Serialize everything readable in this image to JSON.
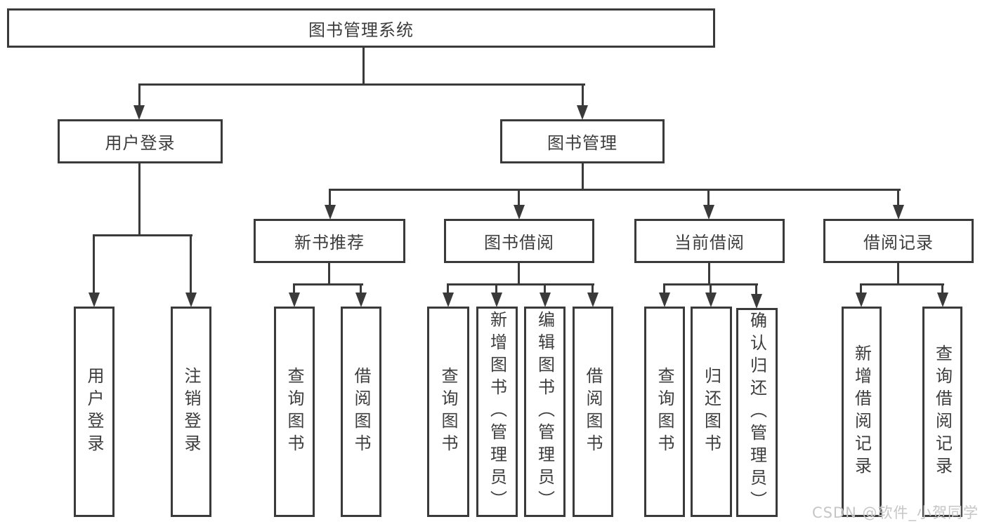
{
  "diagram": {
    "title_node": {
      "label": "图书管理系统"
    },
    "level2": [
      {
        "id": "user-login",
        "label": "用户登录"
      },
      {
        "id": "book-management",
        "label": "图书管理"
      }
    ],
    "level3": [
      {
        "id": "new-book-recommend",
        "parent": "图书管理",
        "label": "新书推荐"
      },
      {
        "id": "book-borrowing",
        "parent": "图书管理",
        "label": "图书借阅"
      },
      {
        "id": "current-borrowing",
        "parent": "图书管理",
        "label": "当前借阅"
      },
      {
        "id": "borrowing-records",
        "parent": "图书管理",
        "label": "借阅记录"
      }
    ],
    "leaves": [
      {
        "parent": "用户登录",
        "label": "用户登录"
      },
      {
        "parent": "用户登录",
        "label": "注销登录"
      },
      {
        "parent": "新书推荐",
        "label": "查询图书"
      },
      {
        "parent": "新书推荐",
        "label": "借阅图书"
      },
      {
        "parent": "图书借阅",
        "label": "查询图书"
      },
      {
        "parent": "图书借阅",
        "label": "新增图书（管理员）"
      },
      {
        "parent": "图书借阅",
        "label": "编辑图书（管理员）"
      },
      {
        "parent": "图书借阅",
        "label": "借阅图书"
      },
      {
        "parent": "当前借阅",
        "label": "查询图书"
      },
      {
        "parent": "当前借阅",
        "label": "归还图书"
      },
      {
        "parent": "当前借阅",
        "label": "确认归还（管理员）"
      },
      {
        "parent": "借阅记录",
        "label": "新增借阅记录"
      },
      {
        "parent": "借阅记录",
        "label": "查询借阅记录"
      }
    ]
  },
  "watermark": {
    "text": "CSDN @软件_小贺同学"
  },
  "colors": {
    "line": "#3a3a3a",
    "text": "#3d3d3d",
    "background": "#ffffff",
    "watermark": "#c6c6c6"
  }
}
